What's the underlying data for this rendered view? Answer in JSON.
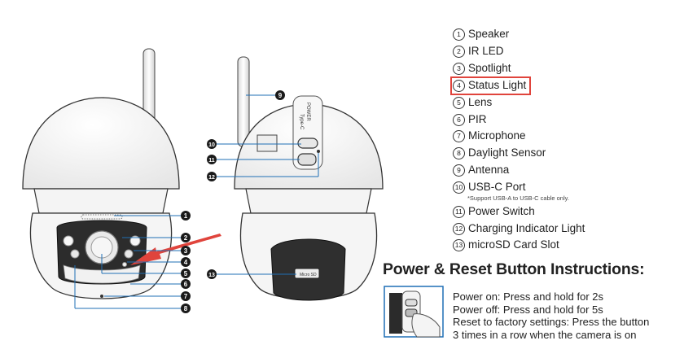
{
  "legend": [
    {
      "num": "1",
      "label": "Speaker"
    },
    {
      "num": "2",
      "label": "IR LED"
    },
    {
      "num": "3",
      "label": "Spotlight"
    },
    {
      "num": "4",
      "label": "Status Light",
      "highlighted": true
    },
    {
      "num": "5",
      "label": "Lens"
    },
    {
      "num": "6",
      "label": "PIR"
    },
    {
      "num": "7",
      "label": "Microphone"
    },
    {
      "num": "8",
      "label": "Daylight Sensor"
    },
    {
      "num": "9",
      "label": "Antenna"
    },
    {
      "num": "10",
      "label": "USB-C Port",
      "note": "*Support USB-A to USB-C cable only."
    },
    {
      "num": "11",
      "label": "Power Switch"
    },
    {
      "num": "12",
      "label": "Charging Indicator Light"
    },
    {
      "num": "13",
      "label": "microSD Card Slot"
    }
  ],
  "section_title": "Power & Reset Button Instructions:",
  "instructions": [
    "Power on: Press and hold for 2s",
    "Power off: Press and hold for 5s",
    "Reset to factory settings: Press the button",
    "3 times in a row when the camera is on"
  ],
  "device_labels": {
    "power": "POWER",
    "type_c": "Type-C",
    "sd": "Micro SD"
  },
  "colors": {
    "highlight": "#e0443c",
    "callout_line": "#1f6fb5",
    "callout_dot": "#1a1a1a",
    "arrow": "#e0443c"
  }
}
